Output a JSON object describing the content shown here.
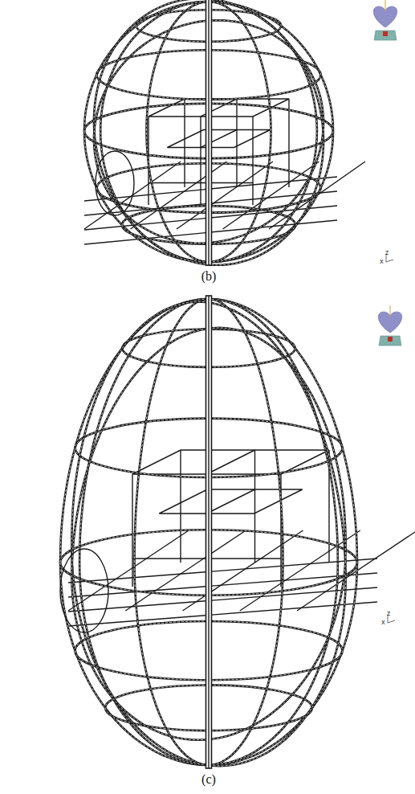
{
  "diagram": {
    "labels": [
      "x",
      "z",
      "(b)",
      "x",
      "z",
      "(c)"
    ]
  }
}
